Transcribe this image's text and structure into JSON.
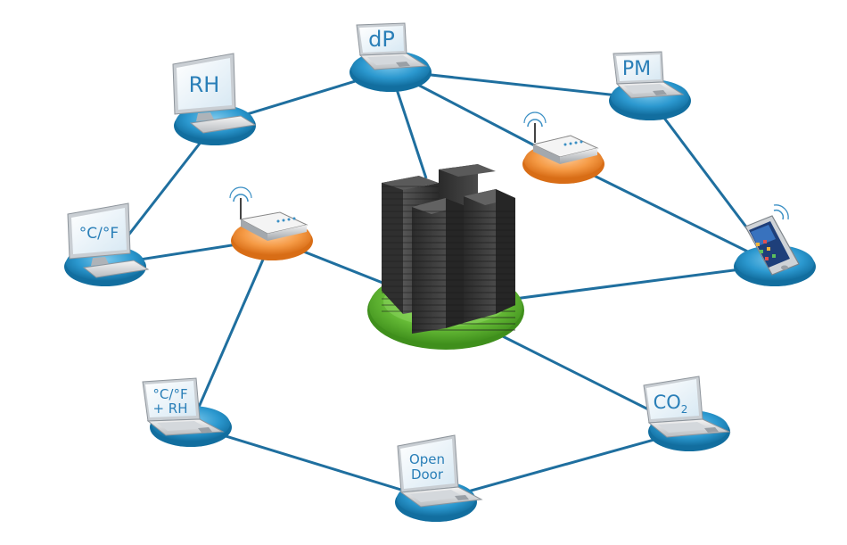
{
  "nodes": {
    "rh": {
      "label": "RH"
    },
    "dp": {
      "label": "dP"
    },
    "pm": {
      "label": "PM"
    },
    "temp": {
      "label": "°C/°F"
    },
    "temp_rh": {
      "line1": "°C/°F",
      "line2": "+ RH"
    },
    "open_door": {
      "line1": "Open",
      "line2": "Door"
    },
    "co2": {
      "label": "CO",
      "sub": "2"
    }
  },
  "colors": {
    "platform_blue": "#1e8fc8",
    "platform_orange": "#f28a2e",
    "platform_green": "#5cb531",
    "link": "#1f6f9f",
    "screen_text": "#2a7fb8",
    "server": "#3c3c3c"
  },
  "icons": [
    "laptop-icon",
    "monitor-icon",
    "router-icon",
    "server-rack-icon",
    "smartphone-icon"
  ]
}
